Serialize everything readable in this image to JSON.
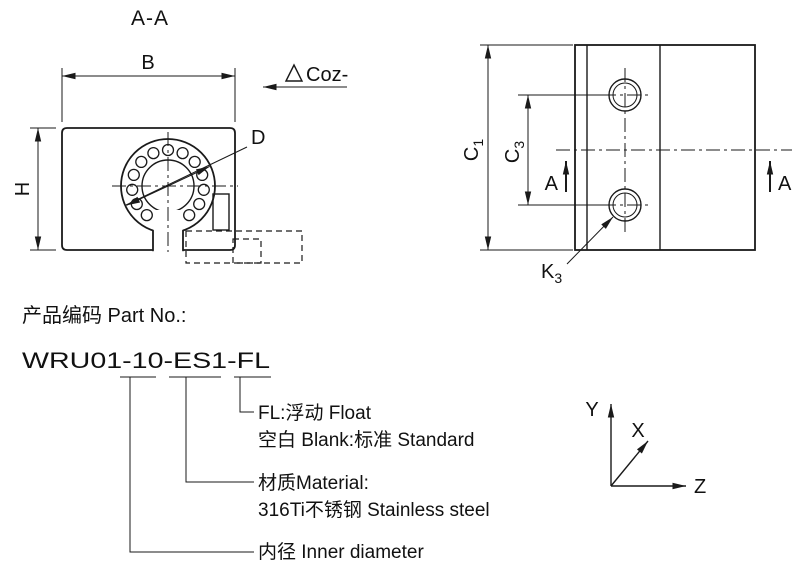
{
  "labels": {
    "section_title": "A-A",
    "dim_B": "B",
    "dim_H": "H",
    "dim_D": "D",
    "dim_C1_base": "C",
    "dim_C1_sub": "1",
    "dim_C3_base": "C",
    "dim_C3_sub": "3",
    "dim_K3_base": "K",
    "dim_K3_sub": "3",
    "cut_A_left": "A",
    "cut_A_right": "A",
    "surface_note": "Coz-",
    "axis_x": "X",
    "axis_y": "Y",
    "axis_z": "Z"
  },
  "part": {
    "heading": "产品编码 Part No.:",
    "code": "WRU01-10-ES1-FL",
    "float_note_1": "FL:浮动 Float",
    "float_note_2": "空白 Blank:标准 Standard",
    "material_note_1": "材质Material:",
    "material_note_2": "316Ti不锈钢 Stainless steel",
    "inner_note": "内径 Inner diameter"
  },
  "colors": {
    "line": "#1a1a1a",
    "background": "#ffffff"
  }
}
